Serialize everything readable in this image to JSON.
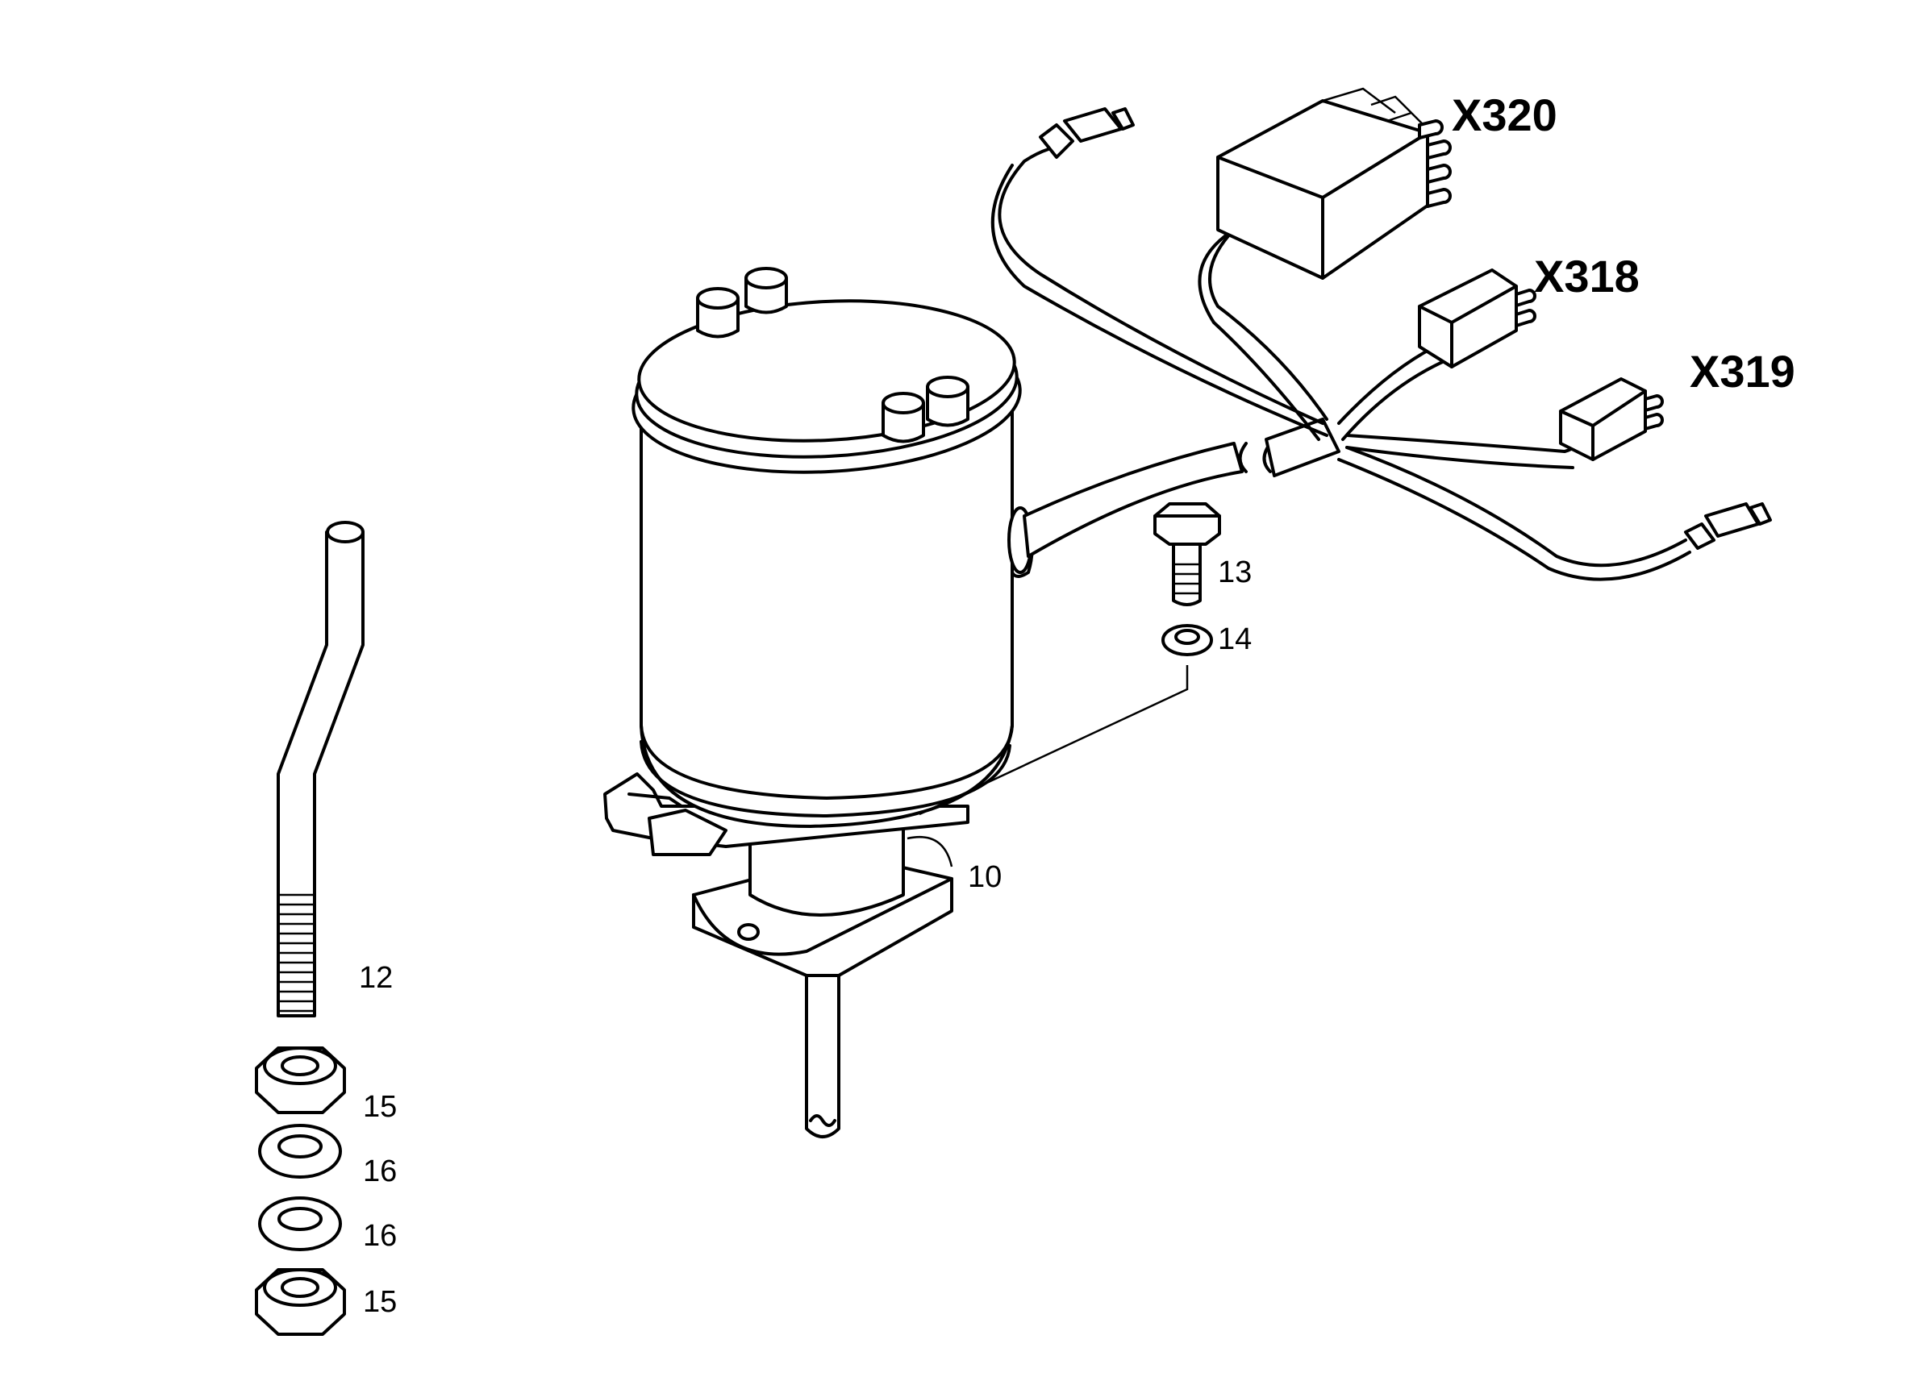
{
  "labels": {
    "part_10": "10",
    "part_12": "12",
    "part_13": "13",
    "part_14": "14",
    "part_15a": "15",
    "part_16a": "16",
    "part_16b": "16",
    "part_15b": "15",
    "conn_x320": "X320",
    "conn_x318": "X318",
    "conn_x319": "X319"
  }
}
